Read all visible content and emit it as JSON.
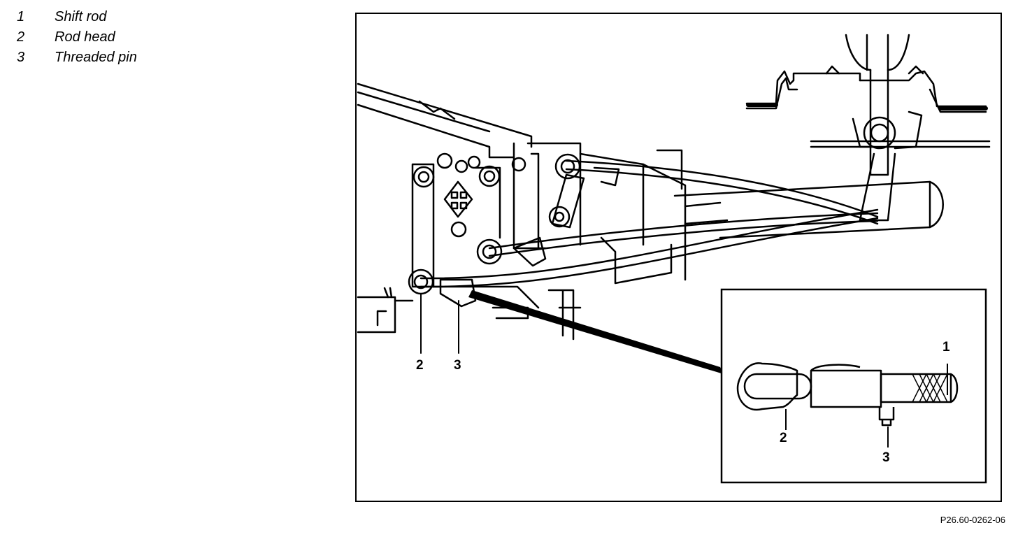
{
  "legend": [
    {
      "number": "1",
      "label": "Shift rod"
    },
    {
      "number": "2",
      "label": "Rod head"
    },
    {
      "number": "3",
      "label": "Threaded pin"
    }
  ],
  "callouts": {
    "main_rod_head": "2",
    "main_threaded_pin": "3",
    "detail_shift_rod": "1",
    "detail_rod_head": "2",
    "detail_threaded_pin": "3"
  },
  "figure_id": "P26.60-0262-06"
}
